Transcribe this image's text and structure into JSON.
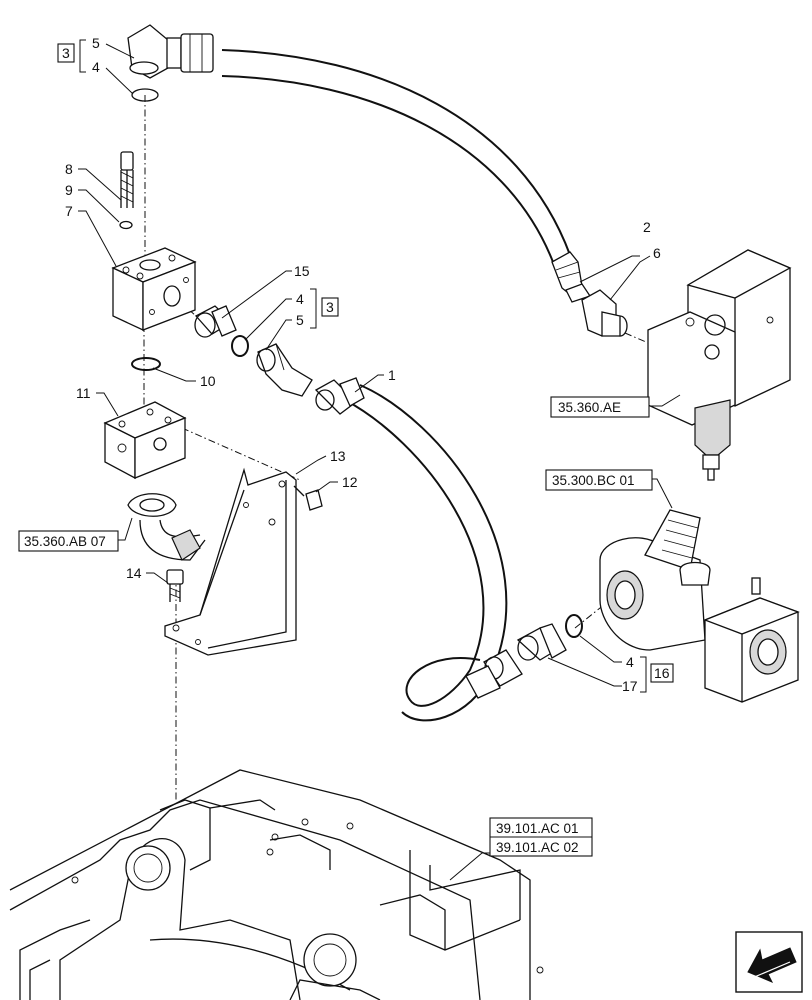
{
  "callouts": {
    "c1": "1",
    "c2": "2",
    "c3a": "3",
    "c3b": "3",
    "c4a": "4",
    "c4b": "4",
    "c4c": "4",
    "c5a": "5",
    "c5b": "5",
    "c6": "6",
    "c7": "7",
    "c8": "8",
    "c9": "9",
    "c10": "10",
    "c11": "11",
    "c12": "12",
    "c13": "13",
    "c14": "14",
    "c15": "15",
    "c16": "16",
    "c17": "17"
  },
  "references": {
    "r_35360AE": "35.360.AE",
    "r_35300BC01": "35.300.BC 01",
    "r_35360AB07": "35.360.AB 07",
    "r_39101AC01": "39.101.AC 01",
    "r_39101AC02": "39.101.AC 02"
  },
  "icons": {
    "nav": "arrow-left-icon"
  }
}
